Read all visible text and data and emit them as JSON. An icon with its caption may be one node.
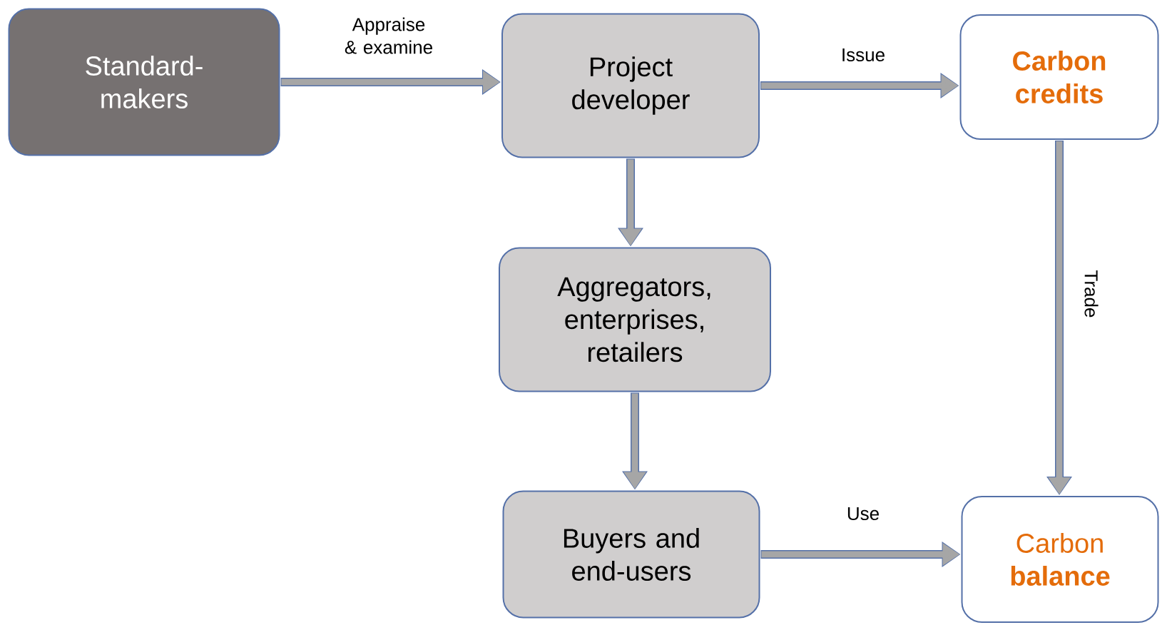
{
  "diagram": {
    "nodes": [
      {
        "text": [
          "Standard-makers"
        ]
      },
      {
        "text": [
          "Project developer"
        ]
      },
      {
        "text": [
          "Carbon credits"
        ]
      },
      {
        "text": [
          "Aggregators, enterprises, retailers"
        ]
      },
      {
        "text": [
          "Buyers and end-users"
        ]
      },
      {
        "text": [
          "Carbon **balance**"
        ]
      }
    ],
    "edges": [
      {
        "from": 0,
        "to": 1,
        "arrow": "to",
        "label": "Appraise & examine"
      },
      {
        "from": 1,
        "to": 2,
        "arrow": "to",
        "label": "Issue"
      },
      {
        "from": 1,
        "to": 3,
        "arrow": "to"
      },
      {
        "from": 3,
        "to": 4,
        "arrow": "to"
      },
      {
        "from": 4,
        "to": 5,
        "arrow": "to",
        "label": "Use"
      },
      {
        "from": 2,
        "to": 5,
        "arrow": "to",
        "label": "Trade"
      }
    ]
  }
}
